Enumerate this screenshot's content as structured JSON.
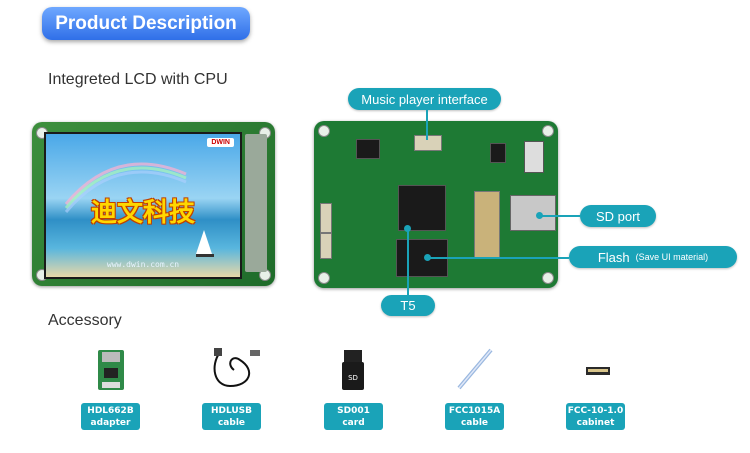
{
  "header": {
    "title": "Product Description"
  },
  "sections": {
    "lcd_heading": "Integreted LCD with CPU",
    "accessory_heading": "Accessory"
  },
  "lcd": {
    "logo": "DWIN",
    "chinese_text": "迪文科技",
    "url": "www.dwin.com.cn"
  },
  "callouts": {
    "music": "Music player interface",
    "sd": "SD port",
    "flash": "Flash",
    "flash_note": "(Save UI material)",
    "t5": "T5"
  },
  "accessories": [
    {
      "line1": "HDL662B",
      "line2": "adapter",
      "icon": "adapter-board-icon"
    },
    {
      "line1": "HDLUSB",
      "line2": "cable",
      "icon": "usb-cable-icon"
    },
    {
      "line1": "SD001",
      "line2": "card",
      "icon": "sd-card-icon"
    },
    {
      "line1": "FCC1015A",
      "line2": "cable",
      "icon": "ffc-cable-icon"
    },
    {
      "line1": "FCC-10-1.0",
      "line2": "cabinet",
      "icon": "fpc-connector-icon"
    }
  ],
  "colors": {
    "accent": "#1aa3b8",
    "title_blue": "#2f6fe8",
    "pcb_green": "#1e7a34"
  }
}
